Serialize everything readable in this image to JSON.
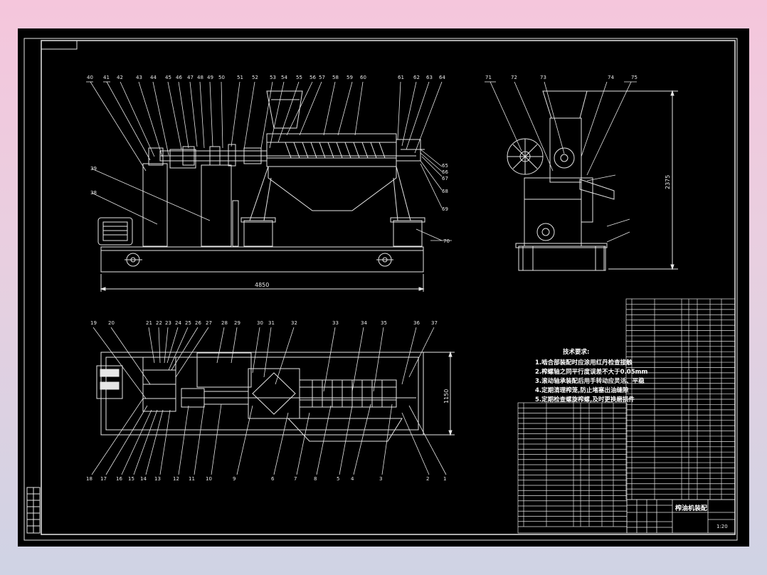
{
  "colors": {
    "background_top": "#f5c6dc",
    "background_bottom": "#cfd3e4",
    "sheet": "#000000",
    "lines": "#e6e6e6"
  },
  "drawing": {
    "front_view_labels": [
      "40",
      "41",
      "42",
      "43",
      "44",
      "45",
      "46",
      "47",
      "48",
      "49",
      "50",
      "51",
      "52",
      "53",
      "54",
      "55",
      "56",
      "57",
      "58",
      "59",
      "60",
      "61",
      "62",
      "63",
      "64"
    ],
    "side_view_labels": [
      "71",
      "72",
      "73",
      "74",
      "75"
    ],
    "right_callouts_front": [
      "65",
      "66",
      "67",
      "68",
      "69",
      "70"
    ],
    "left_callouts_front": [
      "39",
      "38"
    ],
    "plan_top_labels": [
      "19",
      "20",
      "21",
      "22",
      "23",
      "24",
      "25",
      "26",
      "27",
      "28",
      "29",
      "30",
      "31",
      "32",
      "33",
      "34",
      "35",
      "36",
      "37"
    ],
    "plan_bottom_labels": [
      "18",
      "17",
      "16",
      "15",
      "14",
      "13",
      "12",
      "11",
      "10",
      "9",
      "6",
      "7",
      "8",
      "5",
      "4",
      "3",
      "2",
      "1"
    ],
    "dimensions": {
      "length": "4850",
      "height": "2375",
      "width": "1150"
    },
    "tech_requirements": {
      "title": "技术要求:",
      "items": [
        "1.啮合部装配时应涂用红丹检查接触",
        "2.榨螺轴之同平行度误差不大于0.05mm",
        "3.滚动轴承装配后用手转动应灵活、平稳",
        "4.定期清理榨笼,防止堵塞出油缝隙",
        "5.定期检查螺旋榨螺,及时更换磨损件"
      ]
    },
    "title_block": {
      "title": "榨油机装配",
      "scale": "1:20"
    }
  }
}
